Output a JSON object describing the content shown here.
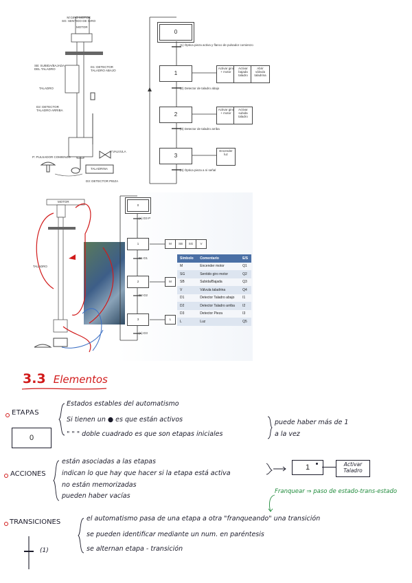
{
  "diagram1": {
    "motor_label": "MOTOR",
    "motor_caption": "M:GIRO MOTOR\nSG: SENTIDO DE GIRO",
    "sb_label": "SB: SUBIDA/BAJADA\nDEL TALADRO",
    "d1_label": "D1: DETECTOR\nTALADRO ABAJO",
    "taladro_label": "TALADRO",
    "d2_label": "D2: DETECTOR\nTALADRO ARRIBA",
    "valvula_label": "V:VALVULA",
    "taladrina_label": "TALADRINA",
    "pulsador_label": "P: PULSADOR COMIENZO",
    "d3_label": "D3: DETECTOR PIEZA",
    "steps": [
      "0",
      "1",
      "2",
      "3"
    ],
    "transitions": [
      "(1) Óptica pieza activa y flanco de pulsador comienzo",
      "(2) Detector de taladro abajo",
      "(3) Detector de taladro arriba",
      "(4) Óptica pieza a ni señal"
    ],
    "actions_step1": [
      "Activar giro + motor",
      "Activar bajada taladro",
      "Abrir válvula taladrina"
    ],
    "actions_step2": [
      "Activar giro + motor",
      "Activar subida taladro"
    ],
    "actions_step3": [
      "Encender luz"
    ]
  },
  "diagram2": {
    "steps": [
      "0",
      "1",
      "2",
      "3"
    ],
    "transitions": [
      "(+) D3·P",
      "D1·D1",
      "D2·D2",
      "(+)·D3"
    ],
    "actions_step1": [
      "M",
      "SB",
      "SG",
      "V"
    ],
    "actions_step2": "M",
    "actions_step3": "L",
    "table_headers": [
      "Símbolo",
      "Comentario",
      "E/S"
    ],
    "table_rows": [
      [
        "M",
        "Encender motor",
        "Q1"
      ],
      [
        "SG",
        "Sentido giro motor",
        "Q2"
      ],
      [
        "SB",
        "Subida/Bajada",
        "Q3"
      ],
      [
        "V",
        "Válvula taladrina",
        "Q4"
      ],
      [
        "D1",
        "Detector Taladro abajo",
        "I1"
      ],
      [
        "D2",
        "Detector Taladro arriba",
        "I2"
      ],
      [
        "D3",
        "Detector Pieza",
        "I3"
      ],
      [
        "L",
        "Luz",
        "Q5"
      ]
    ],
    "motor_label": "MOTOR",
    "taladro_label": "TALADRO"
  },
  "notes": {
    "heading_number": "3.3",
    "heading_text": "Elementos",
    "etapas_label": "ETAPAS",
    "etapas_lines": [
      "Estados estables del automatismo",
      "Si tienen un ● es que están activos",
      "\"   \"   \" doble cuadrado es que son etapas iniciales"
    ],
    "etapas_aside": "puede haber más de 1\na la vez",
    "etapa_box_value": "0",
    "acciones_label": "ACCIONES",
    "acciones_lines": [
      "están asociadas a las etapas",
      "indican lo que hay que hacer si la etapa está activa",
      "no están memorizadas",
      "pueden haber vacías"
    ],
    "accion_step_value": "1",
    "accion_text": "Activar\nTaladro",
    "transiciones_label": "TRANSICIONES",
    "transiciones_lines": [
      "el automatismo pasa de una etapa a otra \"franqueando\" una transición",
      "se pueden identificar mediante un num. en paréntesis",
      "se alternan etapa - transición"
    ],
    "franquear_note": "Franquear ⇒ paso de estado-trans-estado",
    "transition_symbol_label": "(1)",
    "colors": {
      "red": "#d11a1a",
      "green": "#1e8a3a",
      "ink": "#1b1b2a"
    }
  }
}
